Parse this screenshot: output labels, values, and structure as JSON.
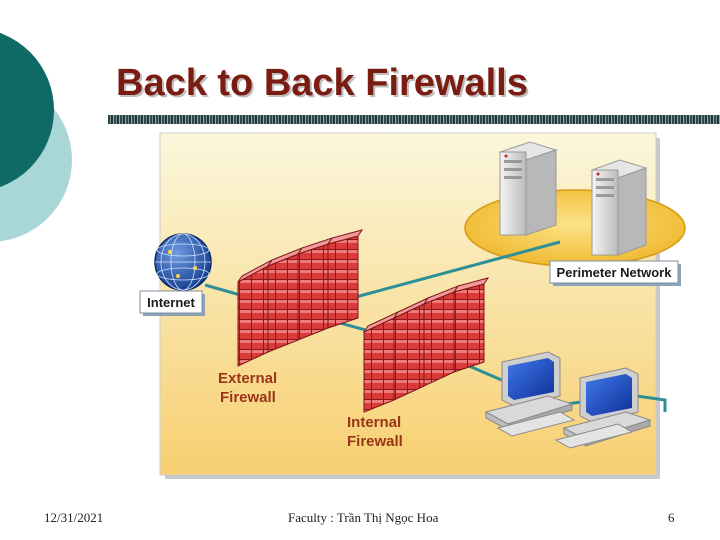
{
  "slide": {
    "title": "Back to Back Firewalls"
  },
  "diagram": {
    "internet_label": "Internet",
    "perimeter_label": "Perimeter Network",
    "external_firewall": [
      "External",
      "Firewall"
    ],
    "internal_firewall": [
      "Internal",
      "Firewall"
    ],
    "colors": {
      "background_top": "#fbf7dc",
      "background_bottom": "#f7cf70",
      "brick": "#d93a3a",
      "cable": "#2d8f98",
      "ellipse": "#f2c23a",
      "label_text": "#9a3518"
    }
  },
  "footer": {
    "date": "12/31/2021",
    "faculty": "Faculty : Trần Thị Ngọc Hoa",
    "page": "6"
  }
}
